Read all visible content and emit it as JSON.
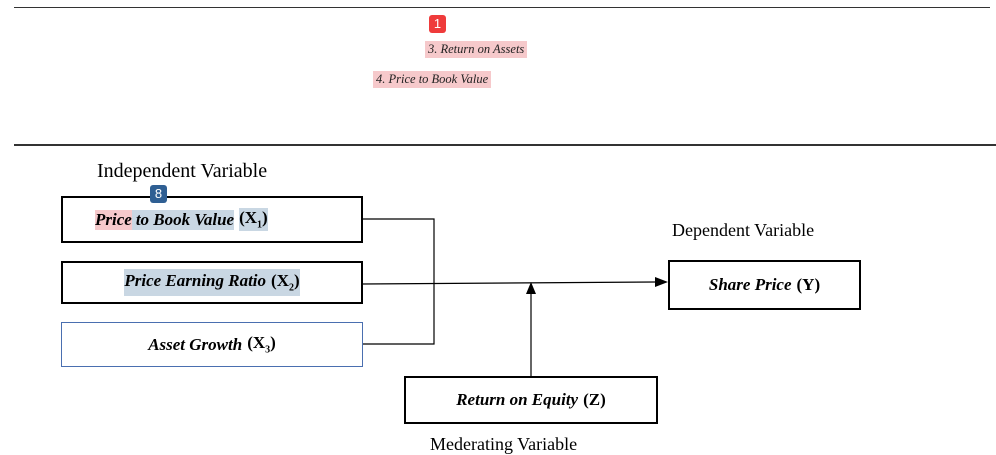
{
  "annotations": {
    "marker_1": "1",
    "marker_8": "8"
  },
  "top_list": {
    "item_3": "3. Return on Assets",
    "item_4": "4. Price to Book Value"
  },
  "diagram": {
    "independent_heading": "Independent Variable",
    "dependent_heading": "Dependent Variable",
    "moderating_heading": "Mederating Variable",
    "box_pbv": {
      "part1": "Price",
      "part2": "to Book Value",
      "symbol": "(X",
      "sub": "1",
      "close": ")"
    },
    "box_per": {
      "label": "Price Earning Ratio",
      "symbol": "(X",
      "sub": "2",
      "close": ")"
    },
    "box_ag": {
      "label": "Asset Growth",
      "symbol": "(X",
      "sub": "3",
      "close": ")"
    },
    "box_sp": {
      "label": "Share Price",
      "symbol": "(Y)"
    },
    "box_roe": {
      "label": "Return on Equity",
      "symbol": "(Z)"
    }
  },
  "colors": {
    "highlight_pink": "#f6c9cb",
    "highlight_blue": "#c9d7e3",
    "marker_red": "#ef3b3b",
    "marker_blue": "#2f5f93",
    "box_border_blue": "#4a6fb0"
  }
}
